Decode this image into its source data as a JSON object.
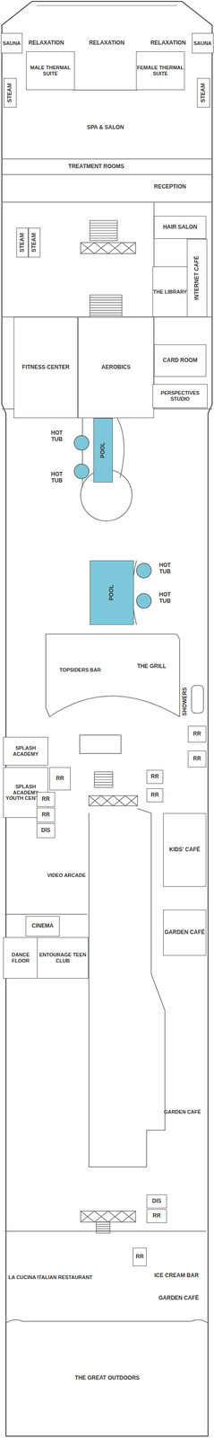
{
  "diagram": {
    "nodes": [
      {
        "text": [
          "SAUNA"
        ]
      },
      {
        "text": [
          "RELAXATION"
        ]
      },
      {
        "text": [
          "RELAXATION"
        ]
      },
      {
        "text": [
          "RELAXATION"
        ]
      },
      {
        "text": [
          "SAUNA"
        ]
      },
      {
        "text": [
          "MALE THERMAL SUITE"
        ]
      },
      {
        "text": [
          "FEMALE THERMAL SUITE"
        ]
      },
      {
        "text": [
          "STEAM"
        ]
      },
      {
        "text": [
          "STEAM"
        ]
      },
      {
        "text": [
          "SPA & SALON"
        ]
      },
      {
        "text": [
          "TREATMENT ROOMS"
        ]
      },
      {
        "text": [
          "RECEPTION"
        ]
      },
      {
        "text": [
          "STEAM"
        ]
      },
      {
        "text": [
          "STEAM"
        ]
      },
      {
        "text": [
          "HAIR SALON"
        ]
      },
      {
        "text": [
          "THE LIBRARY"
        ]
      },
      {
        "text": [
          "INTERNET CAFÉ"
        ]
      },
      {
        "text": [
          "FITNESS CENTER"
        ]
      },
      {
        "text": [
          "AEROBICS"
        ]
      },
      {
        "text": [
          "CARD ROOM"
        ]
      },
      {
        "text": [
          "PERSPECTIVES STUDIO"
        ]
      },
      {
        "text": [
          "POOL"
        ]
      },
      {
        "text": [
          "POOL"
        ]
      },
      {
        "text": [
          "TOPSIDERS BAR"
        ]
      },
      {
        "text": [
          "THE GRILL"
        ]
      },
      {
        "text": [
          "SHOWERS"
        ]
      },
      {
        "text": [
          "RR"
        ]
      },
      {
        "text": [
          "RR"
        ]
      },
      {
        "text": [
          "SPLASH ACADEMY"
        ]
      },
      {
        "text": [
          "SPLASH ACADEMY YOUTH CENTER"
        ]
      },
      {
        "text": [
          "RR"
        ]
      },
      {
        "text": [
          "RR"
        ]
      },
      {
        "text": [
          "RR"
        ]
      },
      {
        "text": [
          "RR"
        ]
      },
      {
        "text": [
          "RR"
        ]
      },
      {
        "text": [
          "DIS"
        ]
      },
      {
        "text": [
          "VIDEO ARCADE"
        ]
      },
      {
        "text": [
          "KIDS' CAFÉ"
        ]
      },
      {
        "text": [
          "GARDEN CAFÉ"
        ]
      },
      {
        "text": [
          "CINEMA"
        ]
      },
      {
        "text": [
          "DANCE FLOOR"
        ]
      },
      {
        "text": [
          "ENTOURAGE TEEN CLUB"
        ]
      },
      {
        "text": [
          "GARDEN CAFÉ"
        ]
      },
      {
        "text": [
          "DIS"
        ]
      },
      {
        "text": [
          "RR"
        ]
      },
      {
        "text": [
          "RR"
        ]
      },
      {
        "text": [
          "ICE CREAM BAR"
        ]
      },
      {
        "text": [
          "GARDEN CAFÉ"
        ]
      },
      {
        "text": [
          "LA CUCINA ITALIAN RESTAURANT"
        ]
      },
      {
        "text": [
          "THE GREAT OUTDOORS"
        ]
      }
    ],
    "labels": [
      "HOT TUB",
      "HOT TUB",
      "HOT TUB",
      "HOT TUB"
    ]
  }
}
